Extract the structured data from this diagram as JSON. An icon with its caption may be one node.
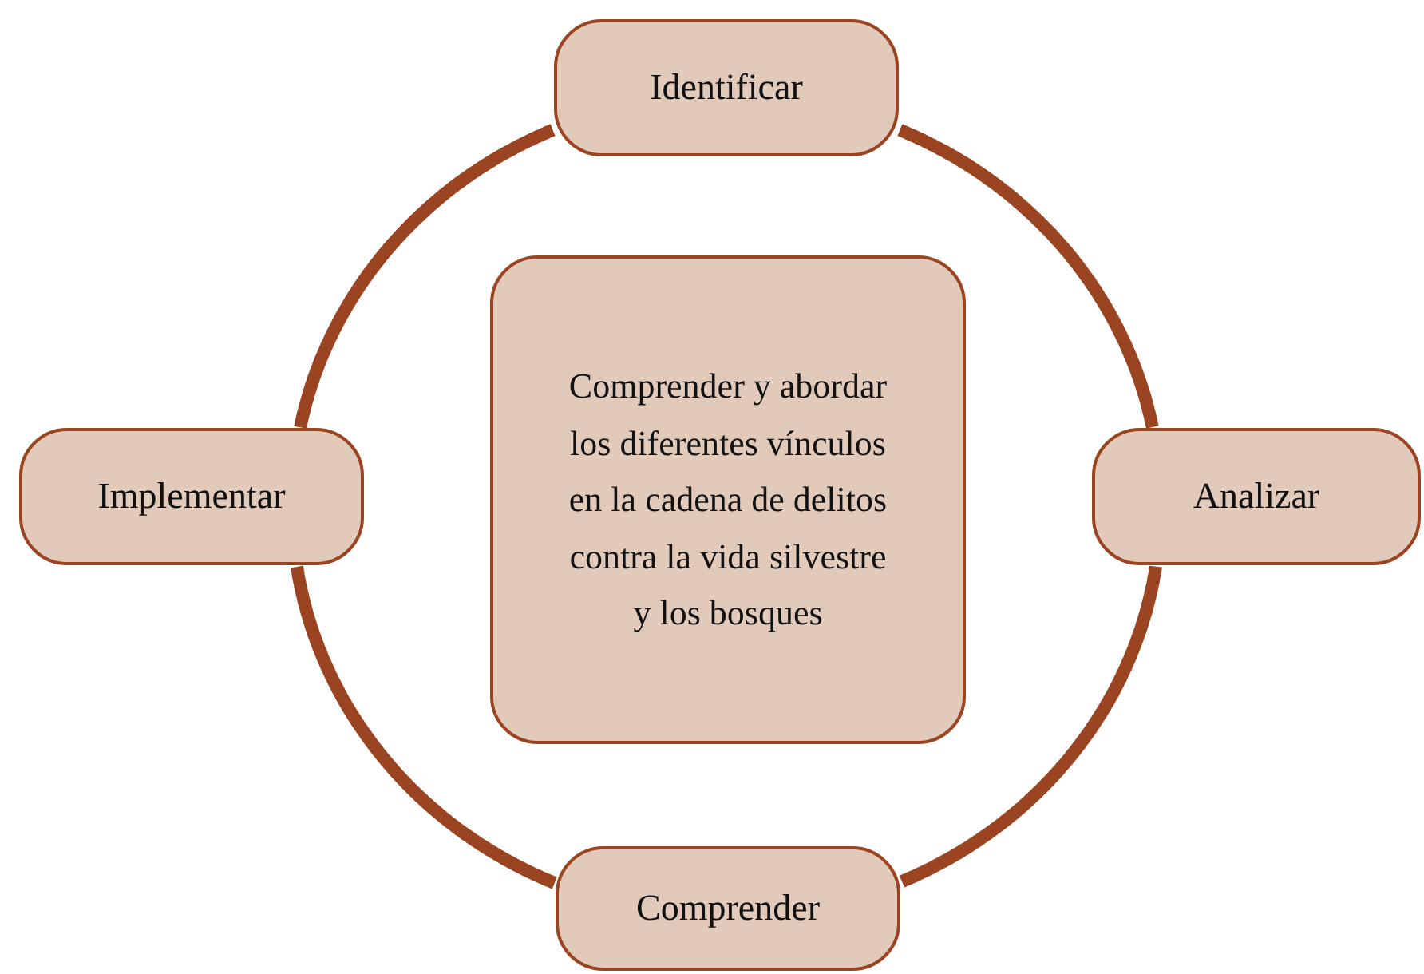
{
  "diagram": {
    "nodes": [
      {
        "text": [
          "Identificar"
        ]
      },
      {
        "text": [
          "Analizar"
        ]
      },
      {
        "text": [
          "Comprender"
        ]
      },
      {
        "text": [
          "Implementar"
        ]
      },
      {
        "text": [
          "Comprender y abordar los diferentes vínculos en la cadena de delitos contra la vida silvestre y los bosques"
        ]
      }
    ],
    "edges": [
      {
        "from": 0,
        "to": 1,
        "arrow": "none"
      },
      {
        "from": 1,
        "to": 2,
        "arrow": "none"
      },
      {
        "from": 2,
        "to": 3,
        "arrow": "none"
      },
      {
        "from": 3,
        "to": 0,
        "arrow": "none"
      }
    ]
  }
}
